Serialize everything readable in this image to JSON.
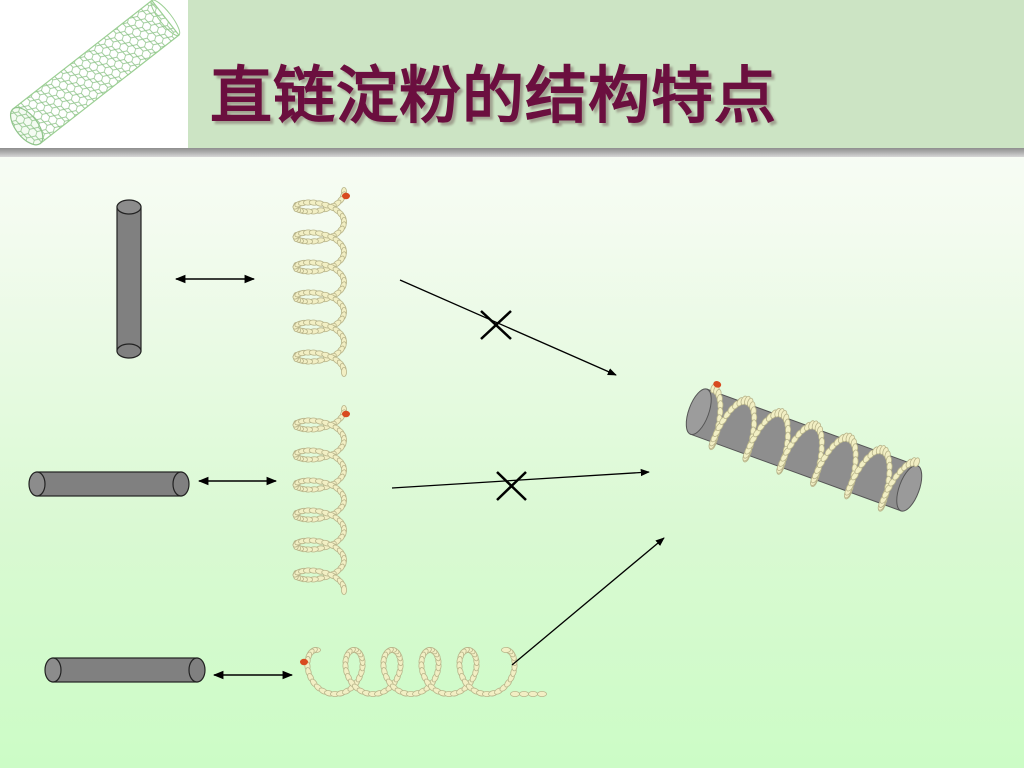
{
  "header": {
    "title": "直链淀粉的结构特点",
    "background_color": "#cce4c4",
    "title_color": "#6b0f3f",
    "logo": "carbon-nanotube-illustration"
  },
  "diagram": {
    "rod_color": "#808080",
    "bead_fill": "#f2efc4",
    "bead_stroke": "#b8b48a",
    "end_marker_color": "#d84a20",
    "rows": [
      {
        "name": "vertical-rod-row",
        "rod_orientation": "vertical",
        "helix_orientation": "vertical",
        "path_to_complex": "blocked"
      },
      {
        "name": "horizontal-rod-row-1",
        "rod_orientation": "horizontal",
        "helix_orientation": "vertical",
        "path_to_complex": "blocked"
      },
      {
        "name": "horizontal-rod-row-2",
        "rod_orientation": "horizontal",
        "helix_orientation": "horizontal",
        "path_to_complex": "allowed"
      }
    ],
    "blocked_marker": "cross-icon",
    "result": "rod-wrapped-by-helix"
  }
}
